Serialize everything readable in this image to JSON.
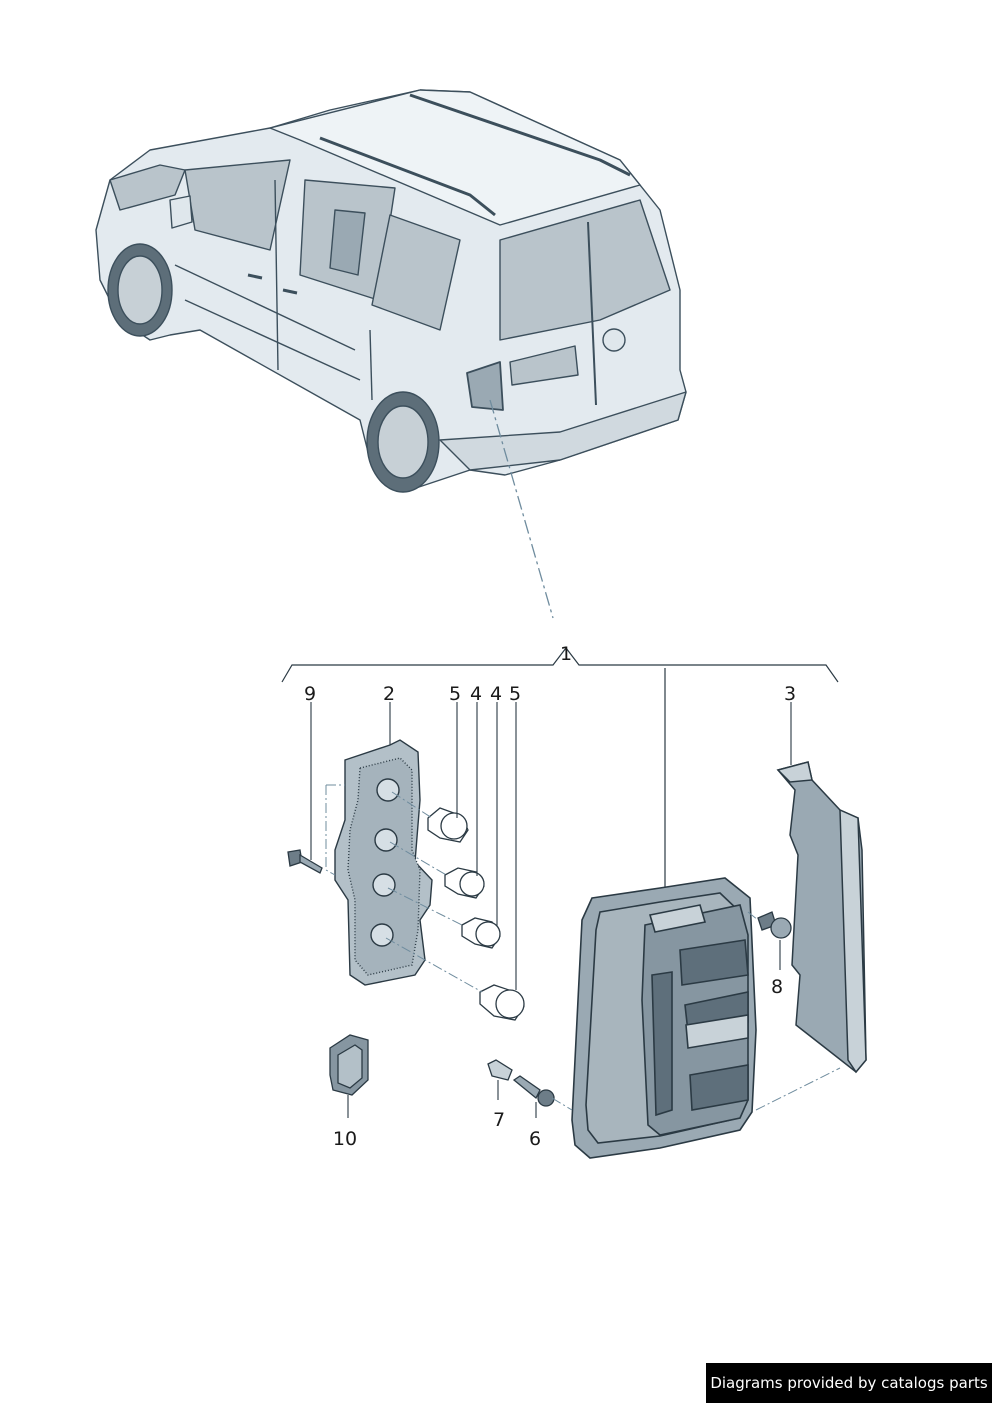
{
  "callouts": {
    "c1": "1",
    "c9": "9",
    "c2": "2",
    "c5a": "5",
    "c4a": "4",
    "c4b": "4",
    "c5b": "5",
    "c3": "3",
    "c8": "8",
    "c10": "10",
    "c7": "7",
    "c6": "6"
  },
  "footer": {
    "text": "Diagrams provided by catalogs parts"
  },
  "colors": {
    "body": "#dfe7ec",
    "outline": "#3c4f5c",
    "glass": "#b9c4cb",
    "lamp": "#9aa9b3",
    "leader": "#2b3a44",
    "dash": "#6f8c9e"
  }
}
